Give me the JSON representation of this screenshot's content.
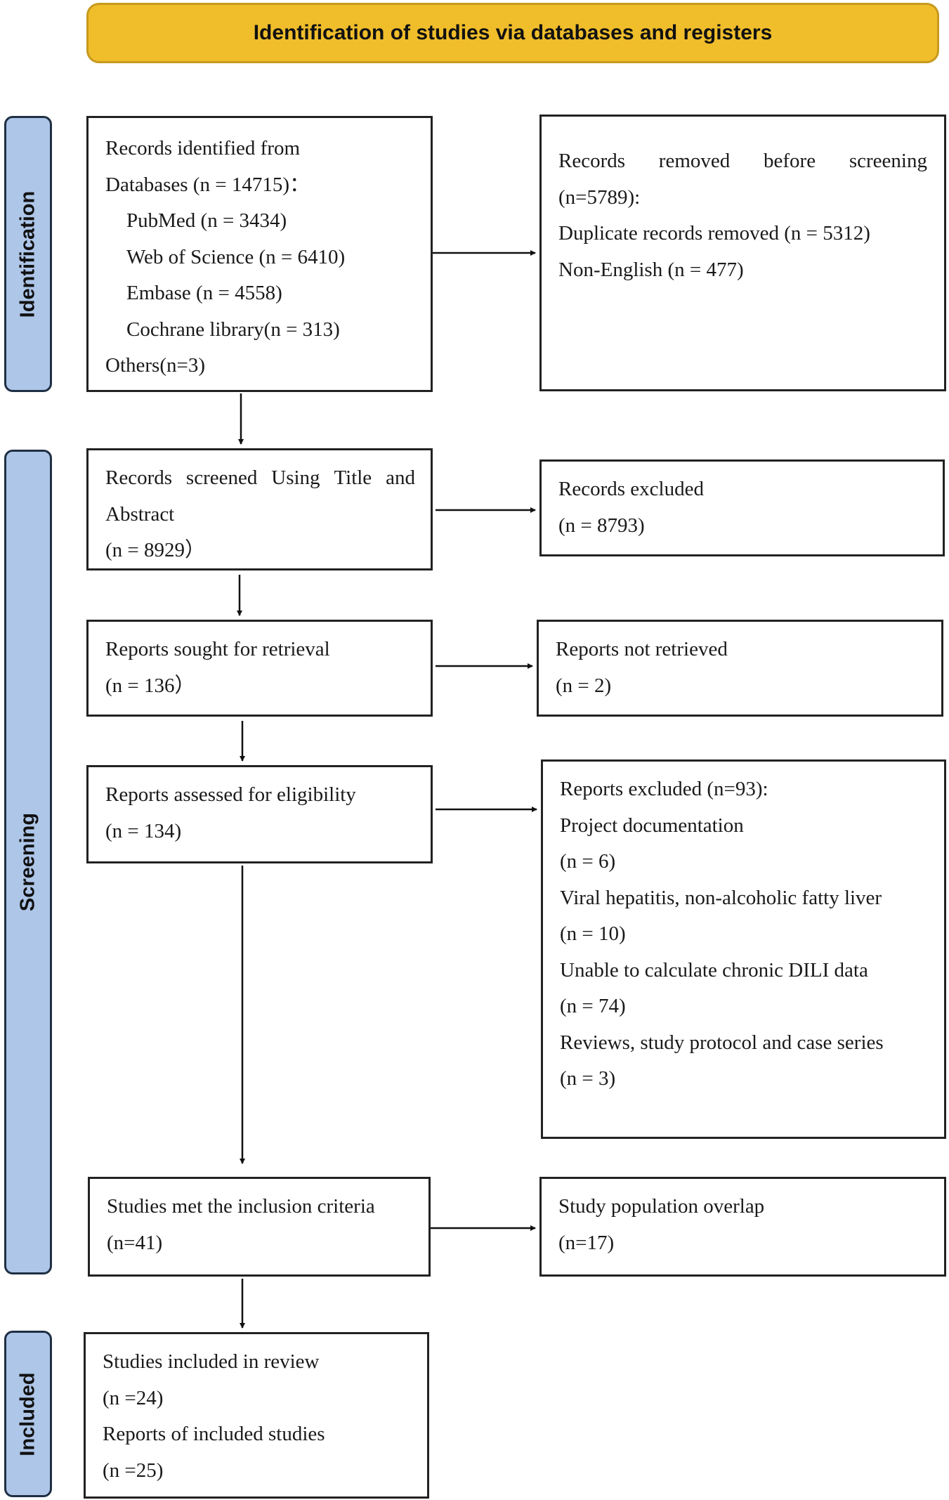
{
  "header": {
    "title": "Identification of studies via databases and registers"
  },
  "phases": {
    "identification": "Identification",
    "screening": "Screening",
    "included": "Included"
  },
  "boxes": {
    "records_identified": {
      "lines": [
        "Records identified from",
        "Databases (n = 14715)：",
        "PubMed (n = 3434)",
        "Web of Science (n = 6410)",
        "Embase (n = 4558)",
        "Cochrane library(n = 313)",
        "Others(n=3)"
      ]
    },
    "records_removed": {
      "words": [
        "Records",
        "removed",
        "before",
        "screening"
      ],
      "lines": [
        "(n=5789):",
        "Duplicate records removed (n = 5312)",
        "Non-English (n = 477)"
      ]
    },
    "records_screened": {
      "words": [
        "Records",
        "screened",
        "Using",
        "Title",
        "and"
      ],
      "lines": [
        "Abstract",
        "(n = 8929）"
      ]
    },
    "records_excluded": {
      "lines": [
        "Records excluded",
        "(n = 8793)"
      ]
    },
    "reports_sought": {
      "lines": [
        "Reports sought for retrieval",
        "(n = 136）"
      ]
    },
    "reports_not_retrieved": {
      "lines": [
        "Reports not retrieved",
        "(n = 2)"
      ]
    },
    "reports_assessed": {
      "lines": [
        "Reports assessed for eligibility",
        "(n = 134)"
      ]
    },
    "reports_excluded": {
      "lines": [
        "Reports excluded (n=93):",
        "Project documentation",
        "(n = 6)",
        "Viral hepatitis, non-alcoholic fatty liver",
        "(n = 10)",
        "Unable to calculate chronic DILI data",
        "(n = 74)",
        "Reviews, study protocol and case series",
        "(n = 3)"
      ]
    },
    "studies_met": {
      "lines": [
        "Studies met the inclusion criteria",
        "(n=41)"
      ]
    },
    "population_overlap": {
      "lines": [
        "Study population overlap",
        "(n=17)"
      ]
    },
    "studies_included": {
      "lines": [
        "Studies included in review",
        "(n =24)",
        "Reports of included studies",
        "(n =25)"
      ]
    }
  }
}
